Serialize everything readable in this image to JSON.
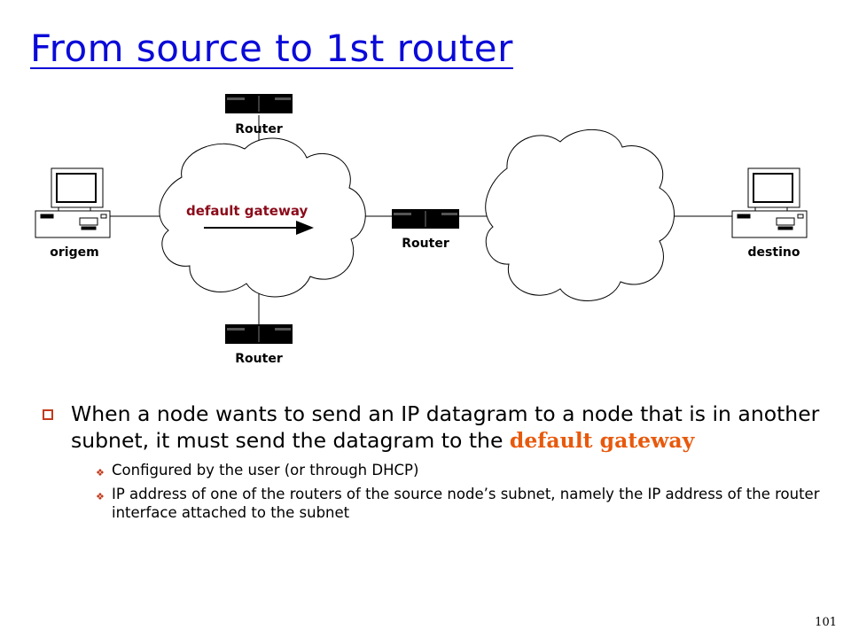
{
  "slide": {
    "title": "From source to 1st router",
    "page_number": "101"
  },
  "diagram": {
    "router_label": "Router",
    "gateway_label": "default gateway",
    "source_label": "origem",
    "destination_label": "destino"
  },
  "bullets": {
    "main_text": "When a node wants to send an IP datagram to a node that is in another subnet, it must send the datagram to the ",
    "main_highlight": "default gateway",
    "sub": [
      "Configured by the user (or through DHCP)",
      "IP address of one of the routers of the source node’s subnet, namely the IP address of the router interface attached to the subnet"
    ]
  },
  "colors": {
    "title": "#0a0ad8",
    "highlight": "#e8590c",
    "gateway_label": "#8b0a1a",
    "bullet_marker": "#c23a1a"
  }
}
